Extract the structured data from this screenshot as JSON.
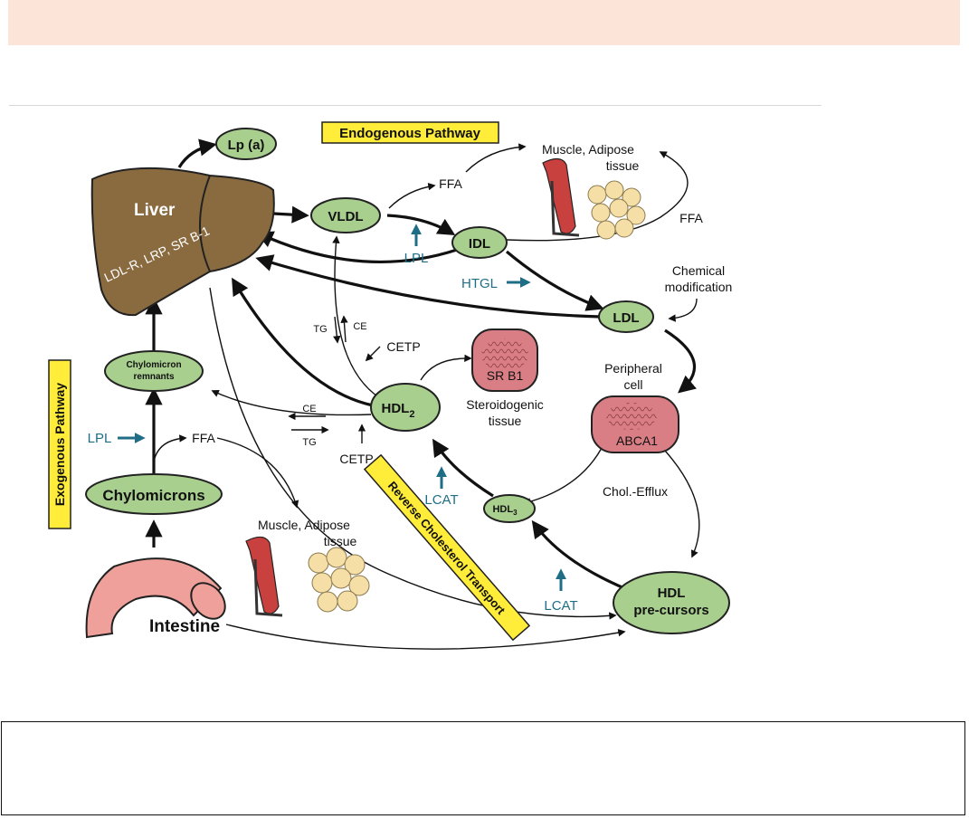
{
  "labels": {
    "lpa": "Lp (a)",
    "endogenous_pathway": "Endogenous Pathway",
    "exogenous_pathway": "Exogenous Pathway",
    "reverse_cholesterol_transport": "Reverse Cholesterol Transport",
    "liver": "Liver",
    "liver_receptors": "LDL-R, LRP, SR B-1",
    "vldl": "VLDL",
    "idl": "IDL",
    "ldl": "LDL",
    "hdl2_main": "HDL",
    "hdl2_sub": "2",
    "hdl3_main": "HDL",
    "hdl3_sub": "3",
    "hdl_precursors_line1": "HDL",
    "hdl_precursors_line2": "pre-cursors",
    "chylomicrons": "Chylomicrons",
    "chylomicron_remnants_line1": "Chylomicron",
    "chylomicron_remnants_line2": "remnants",
    "intestine": "Intestine",
    "muscle_adipose_top_line1": "Muscle, Adipose",
    "muscle_adipose_top_line2": "tissue",
    "muscle_adipose_bottom_line1": "Muscle, Adipose",
    "muscle_adipose_bottom_line2": "tissue",
    "ffa_top_left": "FFA",
    "ffa_top_right": "FFA",
    "ffa_bottom": "FFA",
    "lpl_top": "LPL",
    "lpl_left": "LPL",
    "htgl": "HTGL",
    "chemical_modification_line1": "Chemical",
    "chemical_modification_line2": "modification",
    "tg_upper": "TG",
    "ce_upper": "CE",
    "cetp_upper": "CETP",
    "ce_lower": "CE",
    "tg_lower": "TG",
    "cetp_lower": "CETP",
    "sr_b1": "SR B1",
    "steroidogenic_line1": "Steroidogenic",
    "steroidogenic_line2": "tissue",
    "peripheral_cell_line1": "Peripheral",
    "peripheral_cell_line2": "cell",
    "abca1": "ABCA1",
    "chol_efflux": "Chol.-Efflux",
    "lcat_upper": "LCAT",
    "lcat_lower": "LCAT"
  },
  "colors": {
    "node_fill": "#a9cf8f",
    "liver_fill": "#8a6a3f",
    "pathway_box_fill": "#ffed3a",
    "enzyme_text": "#1f6e86",
    "cell_fill": "#d97e84",
    "intestine_fill": "#f0a09a",
    "adipose_fill": "#f6dfa6",
    "banner_fill": "#fde4d9"
  }
}
